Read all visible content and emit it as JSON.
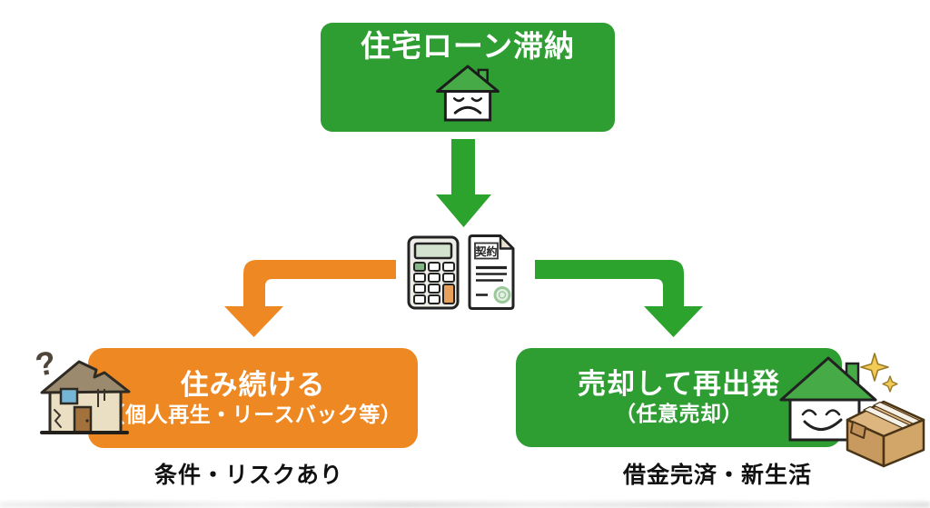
{
  "flow": {
    "start": {
      "label": "住宅ローン滞納"
    },
    "decision": {
      "contract_label": "契約"
    },
    "left": {
      "title": "住み続ける",
      "subtitle": "（個人再生・リースバック等）",
      "caption": "条件・リスクあり"
    },
    "right": {
      "title": "売却して再出発",
      "subtitle": "（任意売却）",
      "caption": "借金完済・新生活"
    },
    "question_mark": "?"
  },
  "icons": {
    "start": "sad-house-icon",
    "decision": [
      "calculator-icon",
      "contract-document-icon"
    ],
    "left": [
      "question-mark-icon",
      "damaged-house-icon"
    ],
    "right": [
      "happy-house-icon",
      "sparkles-icon",
      "moving-box-icon"
    ]
  },
  "colors": {
    "green": "#2E9E33",
    "arrow_green": "#2CA32C",
    "orange": "#EE8822",
    "roof_green": "#46AB46",
    "caption_text": "#111111",
    "box_text": "#FFFFFF"
  }
}
